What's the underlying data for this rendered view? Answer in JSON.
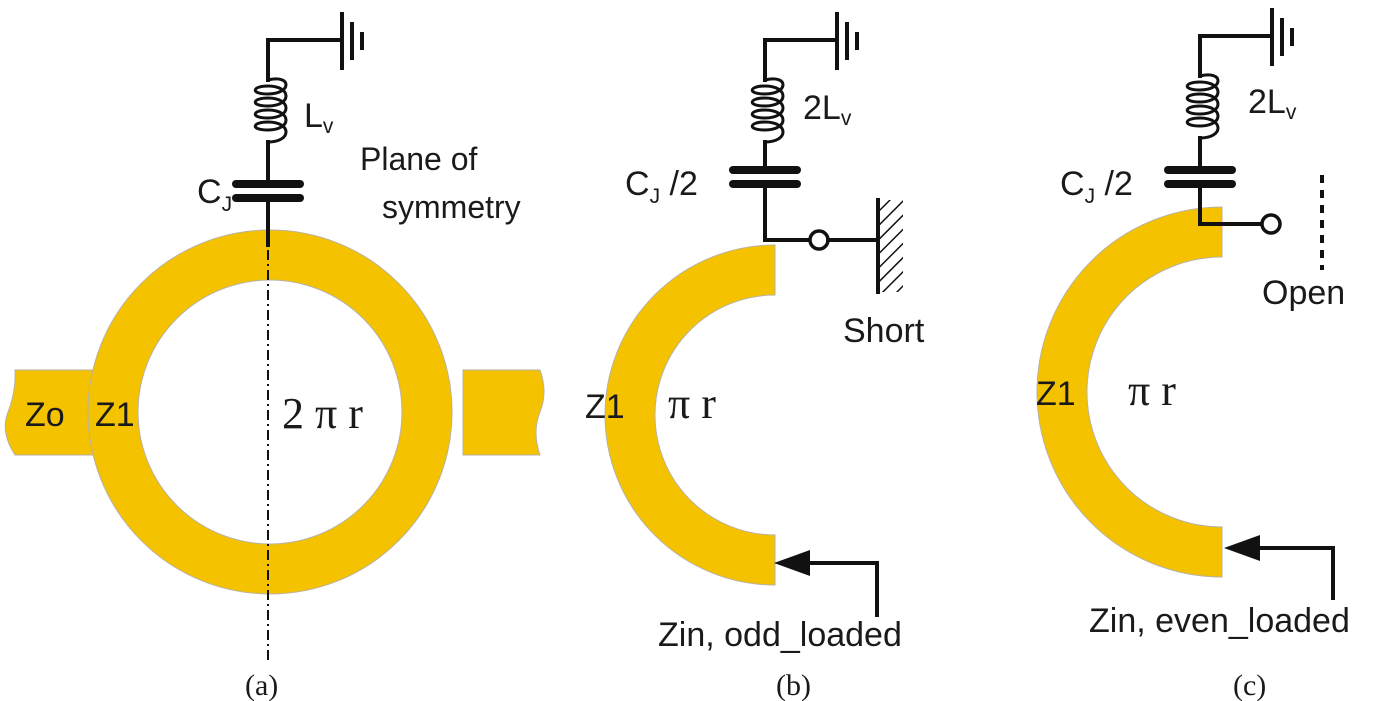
{
  "panels": [
    {
      "id": "a",
      "caption": "(a)",
      "capacitor_label": "C",
      "capacitor_sub": "J",
      "capacitor_suffix": "",
      "inductor_label": "L",
      "inductor_sub": "v",
      "plane_label_line1": "Plane of",
      "plane_label_line2": "symmetry",
      "feed_label": "Zo",
      "ring_label": "Z1",
      "length_label": "2 π r"
    },
    {
      "id": "b",
      "caption": "(b)",
      "capacitor_label": "C",
      "capacitor_sub": "J",
      "capacitor_suffix": " /2",
      "inductor_label": "2L",
      "inductor_sub": "v",
      "termination_label": "Short",
      "ring_label": "Z1",
      "length_label": "π r",
      "input_label": "Zin, odd_loaded"
    },
    {
      "id": "c",
      "caption": "(c)",
      "capacitor_label": "C",
      "capacitor_sub": "J",
      "capacitor_suffix": " /2",
      "inductor_label": "2L",
      "inductor_sub": "v",
      "termination_label": "Open",
      "ring_label": "Z1",
      "length_label": "π r",
      "input_label": "Zin, even_loaded"
    }
  ],
  "colors": {
    "ring": "#F5C200",
    "wire": "#111111"
  }
}
